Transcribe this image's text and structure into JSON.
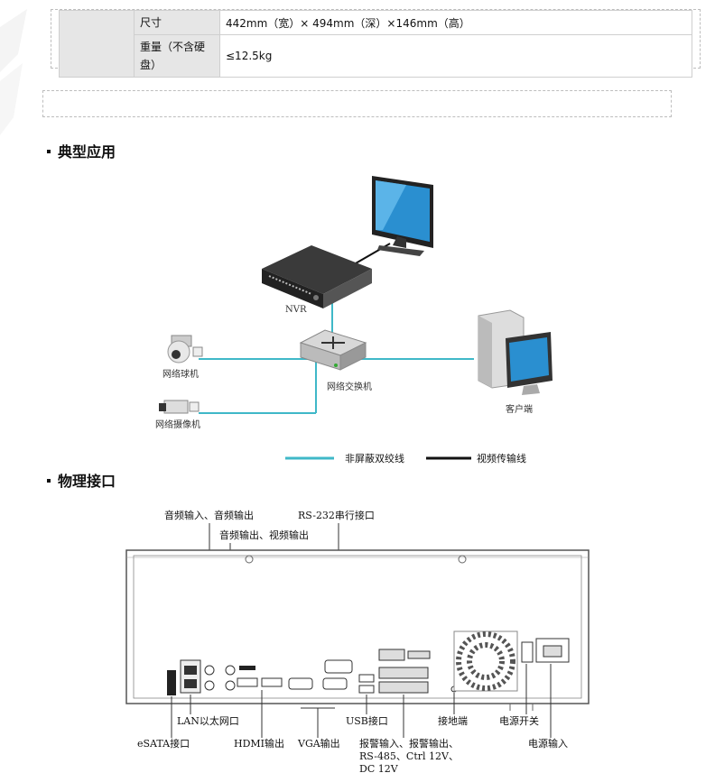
{
  "spec_rows": [
    {
      "label": "尺寸",
      "value": "442mm（宽）× 494mm（深）×146mm（高）"
    },
    {
      "label": "重量（不含硬盘）",
      "value": "≤12.5kg"
    }
  ],
  "sections": {
    "application_title": "典型应用",
    "interfaces_title": "物理接口"
  },
  "topology": {
    "nvr_label": "NVR",
    "dome_camera_label": "网络球机",
    "camera_label": "网络摄像机",
    "switch_label": "网络交换机",
    "client_label": "客户端",
    "legend": {
      "utp_label": "非屏蔽双绞线",
      "video_label": "视频传输线",
      "utp_color": "#3fb8c8",
      "video_color": "#111111"
    }
  },
  "rear_panel": {
    "labels": {
      "audio_io": "音频输入、音频输出",
      "audio_video_out": "音频输出、视频输出",
      "rs232": "RS-232串行接口",
      "lan": "LAN以太网口",
      "esata": "eSATA接口",
      "hdmi": "HDMI输出",
      "vga": "VGA输出",
      "usb": "USB接口",
      "alarm_line1": "报警输入、报警输出、",
      "alarm_line2": "RS-485、Ctrl 12V、",
      "alarm_line3": "DC 12V",
      "ground": "接地端",
      "power_switch": "电源开关",
      "power_input": "电源输入"
    }
  }
}
